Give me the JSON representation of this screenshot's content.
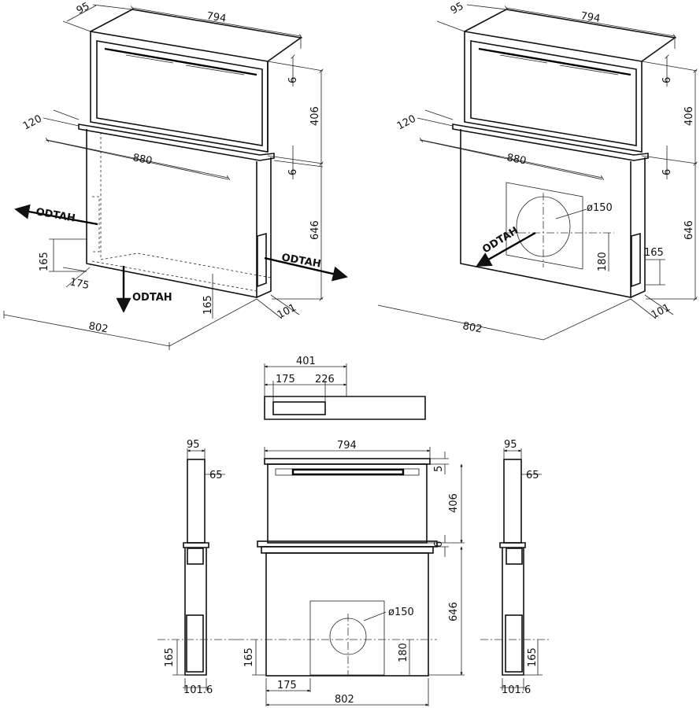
{
  "persp_left": {
    "d95": "95",
    "d794": "794",
    "d6a": "6",
    "d406": "406",
    "d6b": "6",
    "d120": "120",
    "d880": "880",
    "d646": "646",
    "d165a": "165",
    "d175": "175",
    "d165b": "165",
    "d802": "802",
    "d101": "101",
    "exhaust_left": "ODTAH",
    "exhaust_right": "ODTAH",
    "exhaust_down": "ODTAH"
  },
  "persp_right": {
    "d95": "95",
    "d794": "794",
    "d6a": "6",
    "d406": "406",
    "d6b": "6",
    "d120": "120",
    "d880": "880",
    "d646": "646",
    "d165": "165",
    "d180": "180",
    "dia150": "ø150",
    "d802": "802",
    "d101": "101",
    "exhaust": "ODTAH"
  },
  "top_view": {
    "d401": "401",
    "d175": "175",
    "d226": "226"
  },
  "side_left": {
    "d95": "95",
    "d65": "65",
    "d165": "165",
    "d101": "101.6"
  },
  "front_view": {
    "d794": "794",
    "d5": "5",
    "d406": "406",
    "d6": "6",
    "d646": "646",
    "dia150": "ø150",
    "d180": "180",
    "d165": "165",
    "d175": "175",
    "d802": "802"
  },
  "side_right": {
    "d95": "95",
    "d65": "65",
    "d165": "165",
    "d101": "101.6"
  }
}
